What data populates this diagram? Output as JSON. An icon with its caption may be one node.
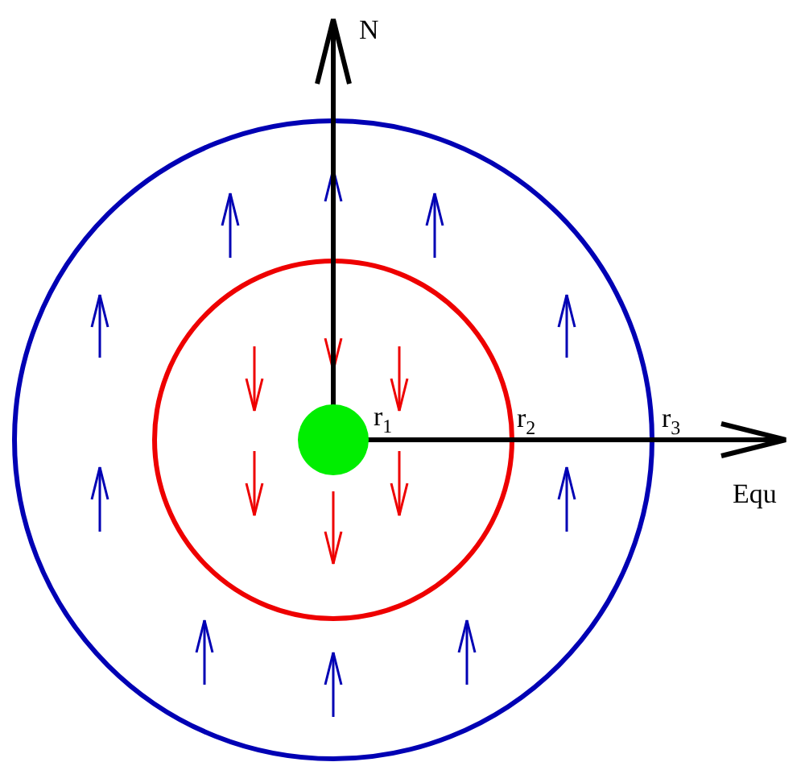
{
  "diagram": {
    "labels": [
      "N",
      "r$_{1}$",
      "r$_{2}$",
      "r$_{3}$",
      "Equ"
    ]
  }
}
